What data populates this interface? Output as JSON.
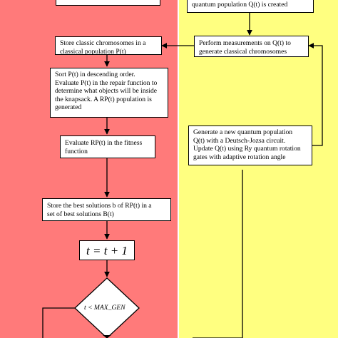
{
  "flowchart": {
    "top_left_box": {
      "line": ""
    },
    "top_right_box": {
      "line": "quantum population Q(t) is created"
    },
    "store_classic": {
      "lines": [
        "Store classic chromosomes in a",
        "classical population P(t)"
      ]
    },
    "measure": {
      "lines": [
        "Perform measurements on Q(t) to",
        "generate classical chromosomes"
      ]
    },
    "sort_repair": {
      "lines": [
        "Sort P(t) in descending order.",
        "Evaluate P(t) in the repair function to",
        "determine what objects will be inside",
        "the knapsack. A RP(t) population is",
        "generated"
      ]
    },
    "evaluate_fitness": {
      "lines": [
        "Evaluate RP(t) in the fitness",
        "function"
      ]
    },
    "new_quantum": {
      "lines": [
        "Generate a new quantum population",
        "Q(t) with a Deutsch-Jozsa circuit.",
        "Update Q(t) using Ry quantum rotation",
        "gates with adaptive rotation angle"
      ]
    },
    "store_best": {
      "lines": [
        "Store the best solutions b of RP(t) in a",
        "set of best solutions B(t)"
      ]
    },
    "increment": {
      "label": "t = t + 1"
    },
    "decision": {
      "label": "t < MAX_GEN"
    }
  },
  "colors": {
    "left_panel": "#ff7a7a",
    "right_panel": "#ffff80",
    "box_fill": "#ffffff",
    "stroke": "#000000"
  }
}
